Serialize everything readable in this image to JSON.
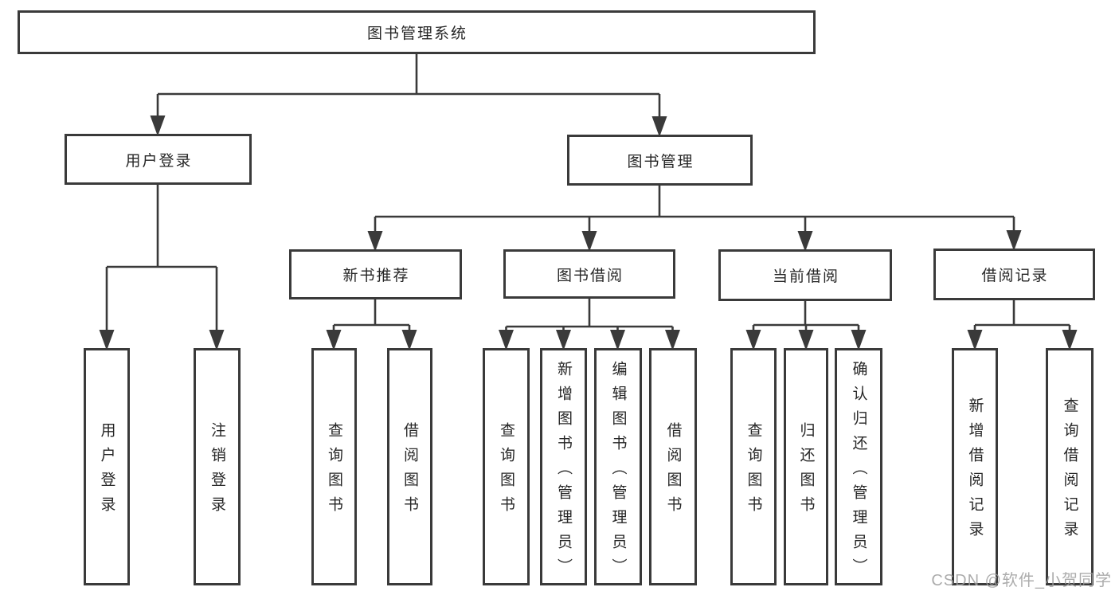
{
  "tree": {
    "label": "图书管理系统",
    "children": [
      {
        "label": "用户登录",
        "children": [
          {
            "label": "用户登录"
          },
          {
            "label": "注销登录"
          }
        ]
      },
      {
        "label": "图书管理",
        "children": [
          {
            "label": "新书推荐",
            "children": [
              {
                "label": "查询图书"
              },
              {
                "label": "借阅图书"
              }
            ]
          },
          {
            "label": "图书借阅",
            "children": [
              {
                "label": "查询图书"
              },
              {
                "label": "新增图书（管理员）"
              },
              {
                "label": "编辑图书（管理员）"
              },
              {
                "label": "借阅图书"
              }
            ]
          },
          {
            "label": "当前借阅",
            "children": [
              {
                "label": "查询图书"
              },
              {
                "label": "归还图书"
              },
              {
                "label": "确认归还（管理员）"
              }
            ]
          },
          {
            "label": "借阅记录",
            "children": [
              {
                "label": "新增借阅记录"
              },
              {
                "label": "查询借阅记录"
              }
            ]
          }
        ]
      }
    ]
  },
  "watermark": "CSDN @软件_小贺同学",
  "colors": {
    "line": "#3a3a3a",
    "text": "#262626",
    "watermark": "#9e9e9e",
    "background": "#ffffff"
  }
}
